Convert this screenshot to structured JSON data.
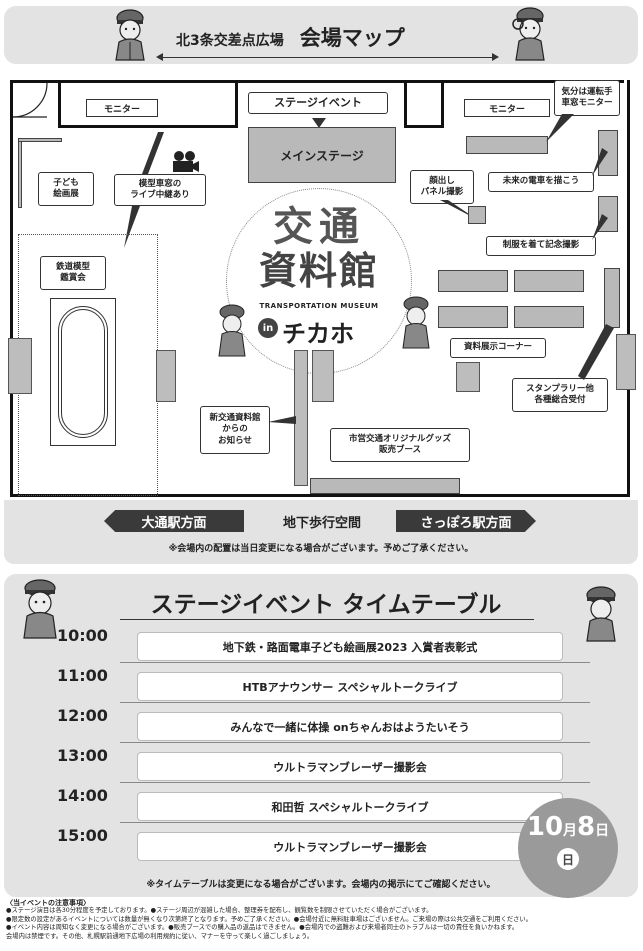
{
  "map": {
    "header_title_small": "北3条交差点広場",
    "header_title_large": "会場マップ",
    "labels": {
      "monitor_left": "モニター",
      "monitor_right": "モニター",
      "stage_event": "ステージイベント",
      "main_stage": "メインステージ",
      "driver_view_1": "気分は運転手",
      "driver_view_2": "車窓モニター",
      "kids_drawing_1": "子ども",
      "kids_drawing_2": "絵画展",
      "model_window_1": "模型車窓の",
      "model_window_2": "ライブ中継あり",
      "face_panel_1": "顔出し",
      "face_panel_2": "パネル撮影",
      "future_train": "未来の電車を描こう",
      "uniform_photo": "制服を着て記念撮影",
      "railway_model_1": "鉄道模型",
      "railway_model_2": "鑑賞会",
      "exhibit_corner": "資料展示コーナー",
      "stamp_rally_1": "スタンプラリー他",
      "stamp_rally_2": "各種総合受付",
      "new_museum_1": "新交通資料館",
      "new_museum_2": "からの",
      "new_museum_3": "お知らせ",
      "goods_booth_1": "市営交通オリジナルグッズ",
      "goods_booth_2": "販売ブース"
    },
    "logo": {
      "line1": "交通",
      "line2": "資料館",
      "subtitle": "TRANSPORTATION MUSEUM",
      "in": "in",
      "chikaho": "チカホ"
    },
    "directions": {
      "left": "大通駅方面",
      "center": "地下歩行空間",
      "right": "さっぽろ駅方面"
    },
    "footnote": "※会場内の配置は当日変更になる場合がございます。予めご了承ください。"
  },
  "timetable": {
    "title": "ステージイベント タイムテーブル",
    "slots": [
      {
        "time": "10:00",
        "event": "地下鉄・路面電車子ども絵画展2023 入賞者表彰式"
      },
      {
        "time": "11:00",
        "event": "HTBアナウンサー スペシャルトークライブ"
      },
      {
        "time": "12:00",
        "event": "みんなで一緒に体操 onちゃんおはようたいそう"
      },
      {
        "time": "13:00",
        "event": "ウルトラマンブレーザー撮影会"
      },
      {
        "time": "14:00",
        "event": "和田哲 スペシャルトークライブ"
      },
      {
        "time": "15:00",
        "event": "ウルトラマンブレーザー撮影会"
      }
    ],
    "date": {
      "month": "10",
      "month_unit": "月",
      "day": "8",
      "day_unit": "日",
      "weekday": "日"
    },
    "footnote": "※タイムテーブルは変更になる場合がございます。会場内の掲示にてご確認ください。"
  },
  "notes": {
    "title": "〈当イベントの注意事項〉",
    "lines": [
      "●ステージ演目は各30分程度を予定しております。●ステージ周辺が混雑した場合、整理券を配布し、観覧数を制限させていただく場合がございます。",
      "●限定数の設定があるイベントについては数量が無くなり次第終了となります。予めご了承ください。●会場付近に無料駐車場はございません。ご来場の際は公共交通をご利用ください。",
      "●イベント内容は周知なく変更になる場合がございます。●販売ブースでの購入品の返品はできません。●会場内での盗難および来場者同士のトラブルは一切の責任を負いかねます。",
      "会場内は禁煙です。その他、札幌駅前通地下広場の利用規約に従い、マナーを守って楽しく過ごしましょう。"
    ]
  },
  "colors": {
    "banner_bg": "#e3e3e3",
    "dark_arrow": "#3a3a3a",
    "booth_gray": "#b9b9b9",
    "date_circle": "#9a9a9a"
  }
}
